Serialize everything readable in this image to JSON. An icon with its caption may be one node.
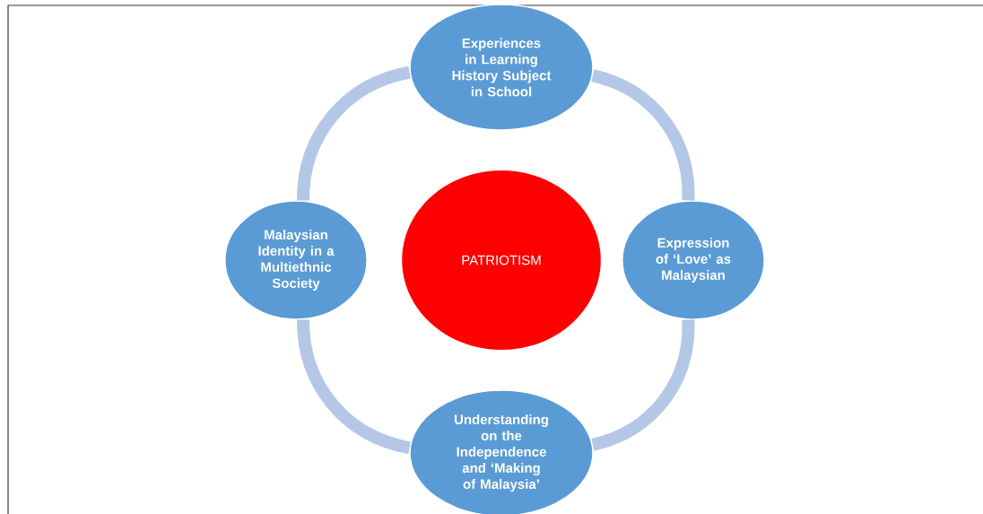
{
  "diagram": {
    "nodes": [
      {
        "text": [
          "Experiences in Learning History Subject in School"
        ]
      },
      {
        "text": [
          "Malaysian Identity in a Multiethnic Society"
        ]
      },
      {
        "text": [
          "PATRIOTISM"
        ]
      },
      {
        "text": [
          "Expression of ‘Love’ as Malaysian"
        ]
      },
      {
        "text": [
          "Understanding on the Independence and ‘Making of Malaysia’"
        ]
      }
    ],
    "edges": [
      {
        "from": 0,
        "to": 3,
        "arrow": "none"
      },
      {
        "from": 3,
        "to": 4,
        "arrow": "none"
      },
      {
        "from": 4,
        "to": 1,
        "arrow": "none"
      },
      {
        "from": 1,
        "to": 0,
        "arrow": "none"
      }
    ]
  }
}
